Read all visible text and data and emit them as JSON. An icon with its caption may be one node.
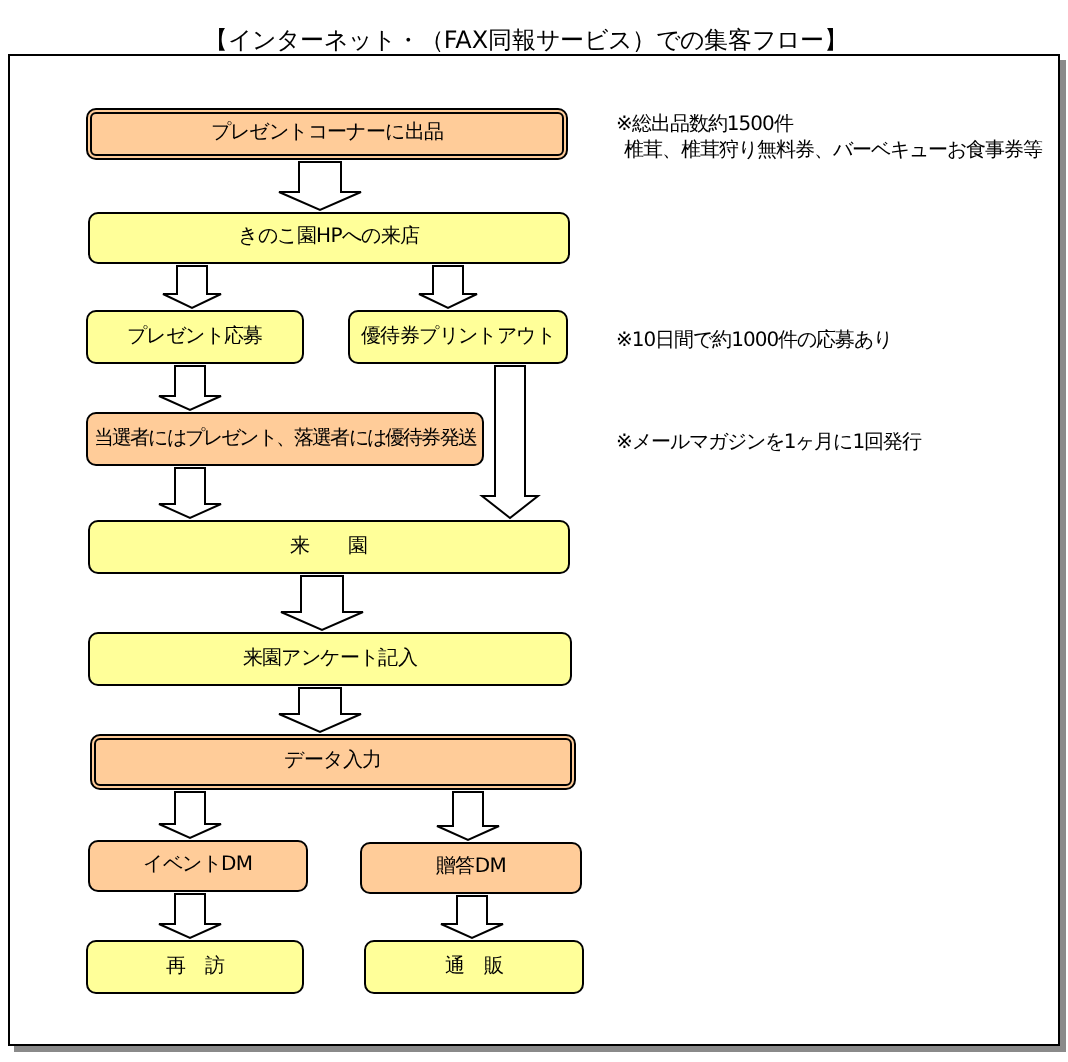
{
  "diagram": {
    "title": "【インターネット・（FAX同報サービス）での集客フロー】",
    "nodes": [
      {
        "text": [
          "プレゼントコーナーに出品"
        ]
      },
      {
        "text": [
          "きのこ園HPへの来店"
        ]
      },
      {
        "text": [
          "プレゼント応募"
        ]
      },
      {
        "text": [
          "優待券プリントアウト"
        ]
      },
      {
        "text": [
          "当選者にはプレゼント、落選者には優待券発送"
        ]
      },
      {
        "text": [
          "来　　園"
        ]
      },
      {
        "text": [
          "来園アンケート記入"
        ]
      },
      {
        "text": [
          "データ入力"
        ]
      },
      {
        "text": [
          "イベントDM"
        ]
      },
      {
        "text": [
          "贈答DM"
        ]
      },
      {
        "text": [
          "再　訪"
        ]
      },
      {
        "text": [
          "通　販"
        ]
      }
    ],
    "edges": [
      {
        "from": 0,
        "to": 1,
        "arrow": "to"
      },
      {
        "from": 1,
        "to": 2,
        "arrow": "to"
      },
      {
        "from": 1,
        "to": 3,
        "arrow": "to"
      },
      {
        "from": 2,
        "to": 4,
        "arrow": "to"
      },
      {
        "from": 3,
        "to": 5,
        "arrow": "to"
      },
      {
        "from": 4,
        "to": 5,
        "arrow": "to"
      },
      {
        "from": 5,
        "to": 6,
        "arrow": "to"
      },
      {
        "from": 6,
        "to": 7,
        "arrow": "to"
      },
      {
        "from": 7,
        "to": 8,
        "arrow": "to"
      },
      {
        "from": 7,
        "to": 9,
        "arrow": "to"
      },
      {
        "from": 8,
        "to": 10,
        "arrow": "to"
      },
      {
        "from": 9,
        "to": 11,
        "arrow": "to"
      }
    ],
    "labels": [
      "※総出品数約1500件",
      "椎茸、椎茸狩り無料券、バーベキューお食事券等",
      "※10日間で約1000件の応募あり",
      "※メールマガジンを1ヶ月に1回発行"
    ]
  }
}
